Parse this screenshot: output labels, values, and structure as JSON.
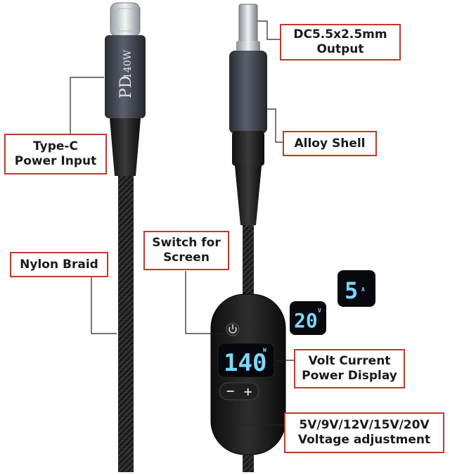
{
  "cable_print": {
    "brand": "PD",
    "power": "140W"
  },
  "labels": {
    "dc_output": [
      "DC5.5x2.5mm",
      "Output"
    ],
    "type_c": [
      "Type-C",
      "Power Input"
    ],
    "alloy_shell": [
      "Alloy Shell"
    ],
    "switch_screen": [
      "Switch for",
      "Screen"
    ],
    "nylon_braid": [
      "Nylon Braid"
    ],
    "display": [
      "Volt Current",
      "Power Display"
    ],
    "voltage": [
      "5V/9V/12V/15V/20V",
      "Voltage adjustment"
    ]
  },
  "screens": {
    "main": "140",
    "main_unit": "W",
    "volt": "20",
    "volt_unit": "V",
    "amp": "5",
    "amp_unit": "A"
  },
  "buttons": {
    "minus": "−",
    "plus": "+"
  },
  "colors": {
    "label_border": "#c0392b",
    "cable": "#1c1c1c",
    "connector_metal": "#3a3d48",
    "screen_glow": "#7fd6ff"
  }
}
